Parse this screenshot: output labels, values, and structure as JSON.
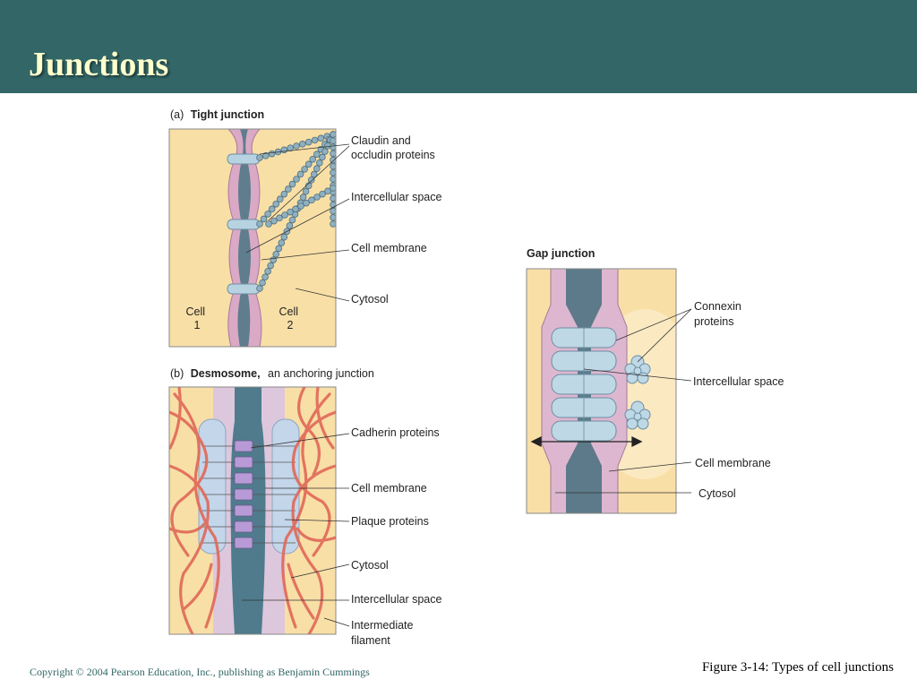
{
  "title": "Junctions",
  "colors": {
    "header": "#336666",
    "title_text": "#ffffcc",
    "cytosol": "#f8dfa6",
    "membrane": "#d9a9c6",
    "intercellular": "#5f7d8c",
    "protein": "#b7d3e2",
    "filament": "#e06858"
  },
  "panel_a": {
    "letter": "(a)",
    "heading": "Tight junction",
    "cell1": [
      "Cell",
      "1"
    ],
    "cell2": [
      "Cell",
      "2"
    ],
    "labels": {
      "claudin": [
        "Claudin and",
        "occludin proteins"
      ],
      "intercellular": "Intercellular space",
      "membrane": "Cell membrane",
      "cytosol": "Cytosol"
    }
  },
  "panel_b": {
    "letter": "(b)",
    "heading": "Desmosome,",
    "subheading": "an anchoring junction",
    "labels": {
      "cadherin": "Cadherin proteins",
      "membrane": "Cell membrane",
      "plaque": "Plaque proteins",
      "cytosol": "Cytosol",
      "intercellular": "Intercellular space",
      "filament": [
        "Intermediate",
        "filament"
      ]
    }
  },
  "panel_gap": {
    "heading": "Gap junction",
    "labels": {
      "connexin": [
        "Connexin",
        "proteins"
      ],
      "intercellular": "Intercellular space",
      "membrane": "Cell membrane",
      "cytosol": "Cytosol"
    }
  },
  "footer": {
    "copyright": "Copyright © 2004 Pearson Education, Inc., publishing as Benjamin Cummings",
    "caption": "Figure 3-14: Types of cell junctions"
  }
}
